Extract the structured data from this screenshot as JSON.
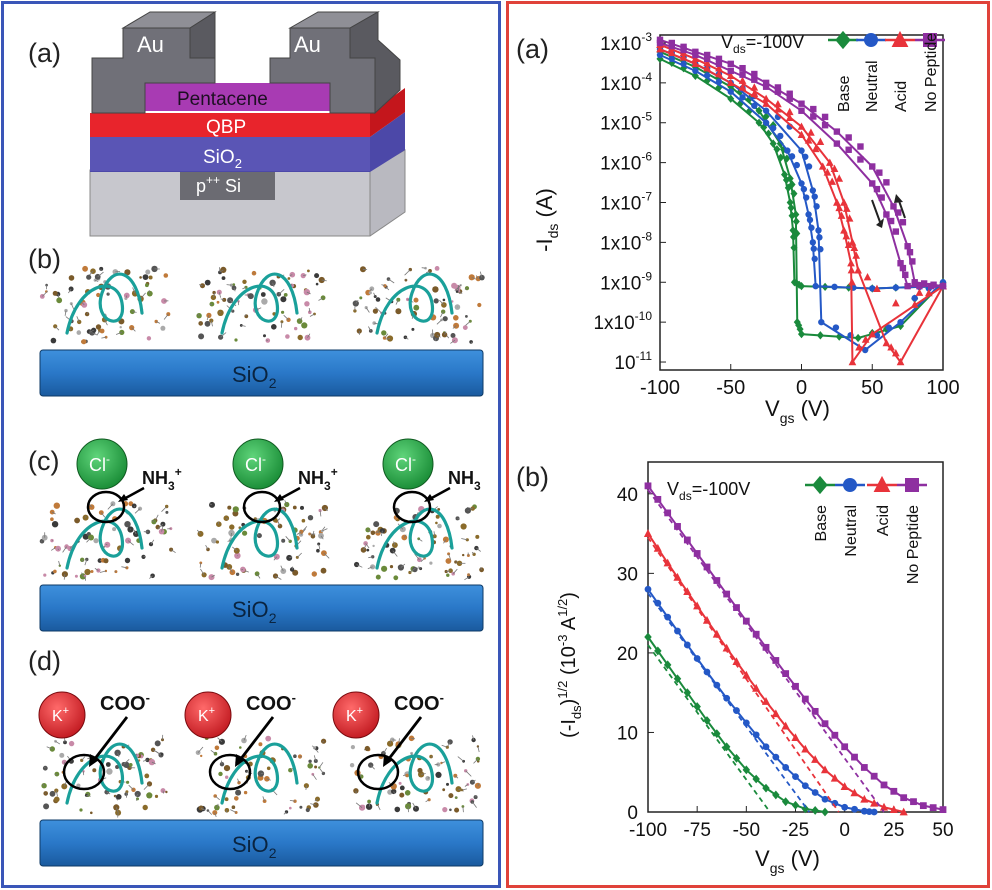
{
  "left_panel": {
    "a": {
      "label": "(a)",
      "layers": {
        "electrode_left": "Au",
        "electrode_right": "Au",
        "semiconductor": "Pentacene",
        "peptide": "QBP",
        "dielectric": "SiO",
        "dielectric_sub": "2",
        "substrate": "p",
        "substrate_sup": "++",
        "substrate_tail": " Si"
      }
    },
    "b": {
      "label": "(b)",
      "substrate": "SiO",
      "substrate_sub": "2"
    },
    "c": {
      "label": "(c)",
      "substrate": "SiO",
      "substrate_sub": "2",
      "ions": [
        {
          "ion": "Cl",
          "charge": "-",
          "group": "NH",
          "group_sub": "3",
          "group_sup": "+"
        },
        {
          "ion": "Cl",
          "charge": "-",
          "group": "NH",
          "group_sub": "3",
          "group_sup": "+"
        },
        {
          "ion": "Cl",
          "charge": "-",
          "group": "NH",
          "group_sub": "3",
          "group_sup": ""
        }
      ]
    },
    "d": {
      "label": "(d)",
      "substrate": "SiO",
      "substrate_sub": "2",
      "ions": [
        {
          "ion": "K",
          "charge": "+",
          "group": "COO",
          "group_sup": "-"
        },
        {
          "ion": "K",
          "charge": "+",
          "group": "COO",
          "group_sup": "-"
        },
        {
          "ion": "K",
          "charge": "+",
          "group": "COO",
          "group_sup": "-"
        }
      ]
    }
  },
  "colors": {
    "left_frame": "#3a56b8",
    "right_frame": "#e0423a",
    "base": "#1a8a3c",
    "neutral": "#2458c6",
    "acid": "#e8333a",
    "no_peptide": "#8e2fa0",
    "gold": "#6e6e6e",
    "pentacene": "#a83bb3",
    "qbp": "#e8242c",
    "sio2_layer": "#5a55b5",
    "si": "#b9b9c0",
    "substrate_bar": "#2a78c8",
    "cl_ion": "#27a844",
    "k_ion": "#e2262e"
  },
  "chart_data": [
    {
      "type": "line",
      "panel_label": "(a)",
      "annotation_main": "V",
      "annotation_sub": "ds",
      "annotation_tail": "=-100V",
      "xlabel_main": "V",
      "xlabel_sub": "gs",
      "xlabel_tail": " (V)",
      "ylabel_pre": "-I",
      "ylabel_sub": "ds",
      "ylabel_tail": " (A)",
      "xlim": [
        -100,
        100
      ],
      "ylim_log10": [
        -11.2,
        -2.8
      ],
      "log_scale": true,
      "xticks": [
        "-100",
        "-50",
        "0",
        "50",
        "100"
      ],
      "yticks": [
        {
          "base": "1x10",
          "exp": "-3"
        },
        {
          "base": "1x10",
          "exp": "-4"
        },
        {
          "base": "1x10",
          "exp": "-5"
        },
        {
          "base": "1x10",
          "exp": "-6"
        },
        {
          "base": "1x10",
          "exp": "-7"
        },
        {
          "base": "1x10",
          "exp": "-8"
        },
        {
          "base": "1x10",
          "exp": "-9"
        },
        {
          "base": "1x10",
          "exp": "-10"
        },
        {
          "base": "10",
          "exp": "-11"
        }
      ],
      "series": [
        {
          "name": "Base",
          "color": "#1a8a3c",
          "marker": "diamond",
          "forward": [
            [
              -100,
              0.0004
            ],
            [
              -75,
              0.00015
            ],
            [
              -50,
              4e-05
            ],
            [
              -30,
              1e-05
            ],
            [
              -20,
              3e-06
            ],
            [
              -12,
              5e-07
            ],
            [
              -8,
              1e-07
            ],
            [
              -6,
              2e-08
            ],
            [
              -5,
              1e-09
            ],
            [
              0,
              8e-10
            ],
            [
              50,
              7e-10
            ],
            [
              100,
              8e-10
            ]
          ],
          "reverse": [
            [
              -100,
              0.0006
            ],
            [
              -75,
              0.00025
            ],
            [
              -50,
              8e-05
            ],
            [
              -30,
              2e-05
            ],
            [
              -15,
              3e-06
            ],
            [
              -8,
              4e-07
            ],
            [
              -4,
              5e-08
            ],
            [
              -3,
              1e-10
            ],
            [
              0,
              5e-11
            ],
            [
              40,
              4e-11
            ],
            [
              70,
              8e-11
            ],
            [
              100,
              1e-09
            ]
          ]
        },
        {
          "name": "Neutral",
          "color": "#2458c6",
          "marker": "circle",
          "forward": [
            [
              -100,
              0.0005
            ],
            [
              -75,
              0.0002
            ],
            [
              -50,
              6e-05
            ],
            [
              -25,
              1e-05
            ],
            [
              -10,
              2e-06
            ],
            [
              0,
              3e-07
            ],
            [
              5,
              5e-08
            ],
            [
              8,
              1e-08
            ],
            [
              10,
              8e-10
            ],
            [
              50,
              7e-10
            ],
            [
              100,
              8e-10
            ]
          ],
          "reverse": [
            [
              -100,
              0.0007
            ],
            [
              -75,
              0.0003
            ],
            [
              -50,
              0.0001
            ],
            [
              -25,
              2e-05
            ],
            [
              0,
              2e-06
            ],
            [
              8,
              2e-07
            ],
            [
              12,
              2e-08
            ],
            [
              14,
              1e-10
            ],
            [
              45,
              2e-11
            ],
            [
              70,
              1e-10
            ],
            [
              100,
              1e-09
            ]
          ]
        },
        {
          "name": "Acid",
          "color": "#e8333a",
          "marker": "triangle",
          "forward": [
            [
              -100,
              0.0007
            ],
            [
              -75,
              0.0003
            ],
            [
              -50,
              0.0001
            ],
            [
              -25,
              3e-05
            ],
            [
              0,
              5e-06
            ],
            [
              15,
              8e-07
            ],
            [
              25,
              1e-07
            ],
            [
              30,
              2e-08
            ],
            [
              35,
              3e-09
            ],
            [
              36,
              1e-11
            ],
            [
              50,
              5e-11
            ],
            [
              100,
              8e-10
            ]
          ],
          "reverse": [
            [
              -100,
              0.0009
            ],
            [
              -75,
              0.0004
            ],
            [
              -50,
              0.00015
            ],
            [
              -25,
              4e-05
            ],
            [
              0,
              8e-06
            ],
            [
              20,
              1e-06
            ],
            [
              30,
              1e-07
            ],
            [
              36,
              1e-08
            ],
            [
              40,
              2e-09
            ],
            [
              60,
              3e-11
            ],
            [
              70,
              1e-11
            ],
            [
              100,
              8e-10
            ]
          ]
        },
        {
          "name": "No Peptide",
          "color": "#8e2fa0",
          "marker": "square",
          "forward": [
            [
              -100,
              0.001
            ],
            [
              -75,
              0.0005
            ],
            [
              -50,
              0.0002
            ],
            [
              -25,
              8e-05
            ],
            [
              0,
              2e-05
            ],
            [
              25,
              3e-06
            ],
            [
              50,
              3e-07
            ],
            [
              60,
              5e-08
            ],
            [
              70,
              3e-09
            ],
            [
              75,
              8e-10
            ],
            [
              100,
              8e-10
            ]
          ],
          "reverse": [
            [
              -100,
              0.0012
            ],
            [
              -75,
              0.0006
            ],
            [
              -50,
              0.0003
            ],
            [
              -25,
              0.0001
            ],
            [
              0,
              3e-05
            ],
            [
              25,
              6e-06
            ],
            [
              50,
              8e-07
            ],
            [
              65,
              8e-08
            ],
            [
              75,
              8e-09
            ],
            [
              80,
              1e-09
            ],
            [
              100,
              8e-10
            ]
          ]
        }
      ]
    },
    {
      "type": "line",
      "panel_label": "(b)",
      "annotation_main": "V",
      "annotation_sub": "ds",
      "annotation_tail": "=-100V",
      "xlabel_main": "V",
      "xlabel_sub": "gs",
      "xlabel_tail": " (V)",
      "ylabel_pre": "(-I",
      "ylabel_sub": "ds",
      "ylabel_mid": ")",
      "ylabel_sup": "1/2",
      "ylabel_unit": " (10",
      "ylabel_unit_sup": "-3",
      "ylabel_unit_mid": " A",
      "ylabel_unit_sup2": "1/2",
      "ylabel_end": ")",
      "xlim": [
        -100,
        50
      ],
      "ylim": [
        0,
        44
      ],
      "xticks": [
        "-100",
        "-75",
        "-50",
        "-25",
        "0",
        "25",
        "50"
      ],
      "yticks": [
        "0",
        "10",
        "20",
        "30",
        "40"
      ],
      "series": [
        {
          "name": "Base",
          "color": "#1a8a3c",
          "marker": "diamond",
          "points": [
            [
              -100,
              22
            ],
            [
              -90,
              18.5
            ],
            [
              -80,
              15
            ],
            [
              -70,
              11.5
            ],
            [
              -60,
              8.2
            ],
            [
              -50,
              5.3
            ],
            [
              -40,
              3
            ],
            [
              -30,
              1.3
            ],
            [
              -20,
              0.4
            ],
            [
              -10,
              0
            ]
          ],
          "fit": [
            [
              -100,
              21
            ],
            [
              -38,
              0
            ]
          ]
        },
        {
          "name": "Neutral",
          "color": "#2458c6",
          "marker": "circle",
          "points": [
            [
              -100,
              28
            ],
            [
              -90,
              24.5
            ],
            [
              -80,
              21
            ],
            [
              -70,
              17.6
            ],
            [
              -60,
              14.3
            ],
            [
              -50,
              11.2
            ],
            [
              -40,
              8.2
            ],
            [
              -30,
              5.6
            ],
            [
              -20,
              3.3
            ],
            [
              -10,
              1.6
            ],
            [
              0,
              0.6
            ],
            [
              10,
              0.1
            ],
            [
              15,
              0
            ]
          ],
          "fit": [
            [
              -100,
              27.5
            ],
            [
              -18,
              0
            ]
          ]
        },
        {
          "name": "Acid",
          "color": "#e8333a",
          "marker": "triangle",
          "points": [
            [
              -100,
              35
            ],
            [
              -90,
              31.3
            ],
            [
              -80,
              27.7
            ],
            [
              -70,
              24.1
            ],
            [
              -60,
              20.6
            ],
            [
              -50,
              17.2
            ],
            [
              -40,
              13.9
            ],
            [
              -30,
              10.8
            ],
            [
              -20,
              7.9
            ],
            [
              -10,
              5.3
            ],
            [
              0,
              3.2
            ],
            [
              10,
              1.6
            ],
            [
              20,
              0.6
            ],
            [
              30,
              0
            ]
          ],
          "fit": [
            [
              -100,
              34.5
            ],
            [
              -3,
              0
            ]
          ]
        },
        {
          "name": "No Peptide",
          "color": "#8e2fa0",
          "marker": "square",
          "points": [
            [
              -100,
              41
            ],
            [
              -90,
              37.6
            ],
            [
              -80,
              34.2
            ],
            [
              -70,
              30.8
            ],
            [
              -60,
              27.4
            ],
            [
              -50,
              24
            ],
            [
              -40,
              20.7
            ],
            [
              -30,
              17.4
            ],
            [
              -20,
              14.2
            ],
            [
              -10,
              11.1
            ],
            [
              0,
              8.2
            ],
            [
              10,
              5.6
            ],
            [
              20,
              3.4
            ],
            [
              30,
              1.8
            ],
            [
              40,
              0.8
            ],
            [
              50,
              0.3
            ]
          ],
          "fit": [
            [
              -100,
              40.5
            ],
            [
              20,
              0
            ]
          ]
        }
      ]
    }
  ]
}
